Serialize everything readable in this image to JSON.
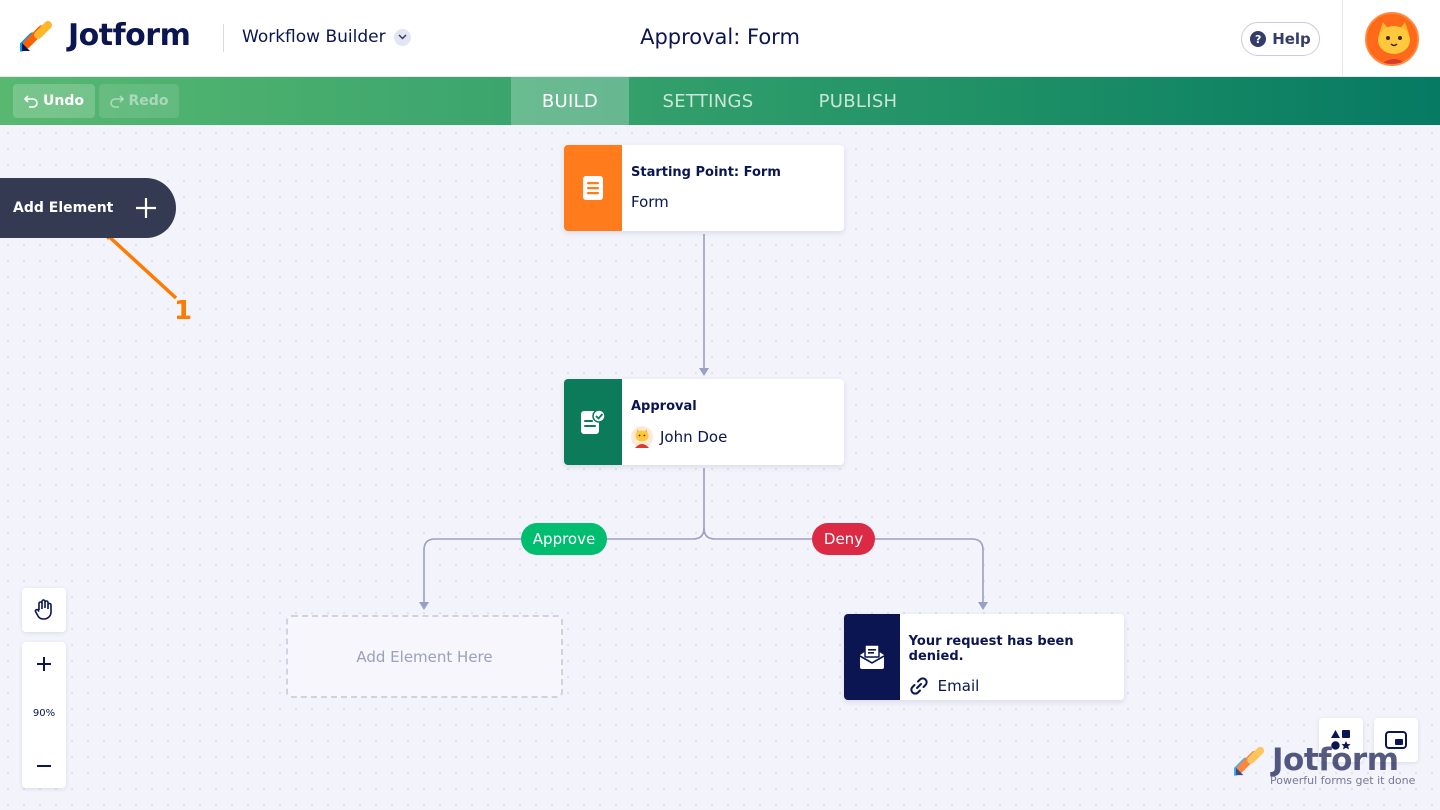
{
  "header": {
    "brand": "Jotform",
    "builder_label": "Workflow Builder",
    "page_title": "Approval: Form",
    "help_label": "Help"
  },
  "toolbar": {
    "undo_label": "Undo",
    "redo_label": "Redo",
    "tabs": [
      {
        "label": "BUILD",
        "active": true
      },
      {
        "label": "SETTINGS",
        "active": false
      },
      {
        "label": "PUBLISH",
        "active": false
      }
    ]
  },
  "canvas": {
    "add_element_label": "Add Element",
    "annotation_number": "1",
    "nodes": {
      "start": {
        "title": "Starting Point: Form",
        "subtitle": "Form",
        "icon": "form-icon",
        "color": "#ff7b1c"
      },
      "approval": {
        "title": "Approval",
        "subtitle": "John Doe",
        "icon": "approval-icon",
        "color": "#0b7b5a"
      },
      "denied": {
        "title": "Your request has been denied.",
        "subtitle": "Email",
        "icon": "email-icon",
        "color": "#0a1551"
      }
    },
    "branches": {
      "approve_label": "Approve",
      "approve_color": "#01bd6f",
      "deny_label": "Deny",
      "deny_color": "#dc2a45"
    },
    "placeholder_label": "Add Element Here",
    "zoom_level": "90%"
  },
  "watermark": {
    "brand": "Jotform",
    "tagline": "Powerful forms get it done"
  }
}
